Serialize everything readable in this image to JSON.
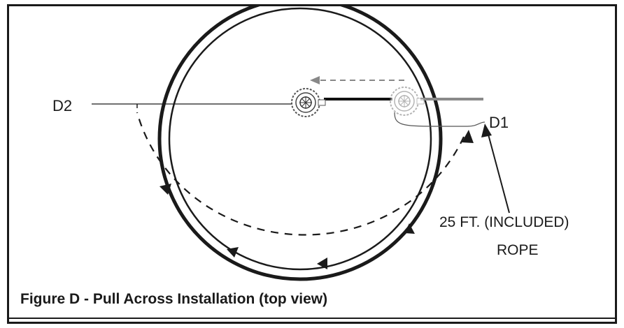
{
  "labels": {
    "d2": "D2",
    "d1": "D1",
    "rope_line1": "25 FT. (INCLUDED)",
    "rope_line2": "ROPE"
  },
  "caption": "Figure D - Pull Across Installation (top view)",
  "colors": {
    "ink": "#1a1a1a",
    "pole_gray": "#8a8a8a",
    "arrow_gray": "#888888"
  },
  "icons": {
    "rotor_left": "sprocket-icon",
    "rotor_right": "sprocket-icon"
  }
}
